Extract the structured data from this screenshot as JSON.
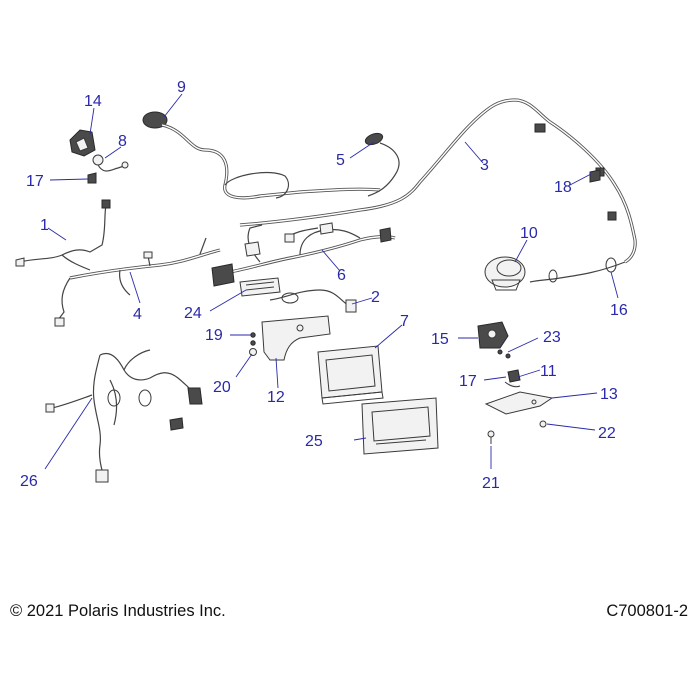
{
  "callouts": {
    "c1": "1",
    "c2": "2",
    "c3": "3",
    "c4": "4",
    "c5": "5",
    "c6": "6",
    "c7": "7",
    "c8": "8",
    "c9": "9",
    "c10": "10",
    "c11": "11",
    "c12": "12",
    "c13": "13",
    "c14": "14",
    "c15": "15",
    "c16": "16",
    "c17a": "17",
    "c17b": "17",
    "c18": "18",
    "c19": "19",
    "c20": "20",
    "c21": "21",
    "c22": "22",
    "c23": "23",
    "c24": "24",
    "c25": "25",
    "c26": "26"
  },
  "footer": {
    "copyright": "© 2021 Polaris Industries Inc.",
    "drawing_id": "C700801-2"
  },
  "colors": {
    "callout": "#2a2aa8",
    "line_art": "#3a3a3a",
    "background": "#ffffff"
  }
}
